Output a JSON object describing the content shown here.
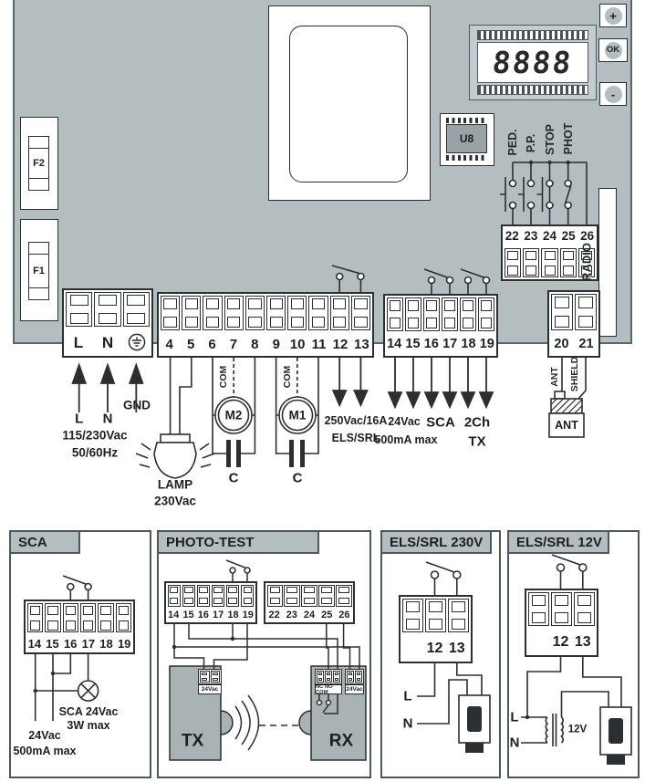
{
  "colors": {
    "board": "#b4bec0",
    "line": "#2b2f31",
    "module_gray": "#a9b3b5",
    "box_border": "#4c585c"
  },
  "board": {
    "display_value": "8888",
    "btn_plus": "+",
    "btn_ok": "OK",
    "btn_minus": "-",
    "fuse_top": "F2",
    "fuse_bottom": "F1",
    "chip": "U8",
    "radio": "RADIO",
    "input_labels": [
      "PED.",
      "P.P.",
      "STOP",
      "PHOT"
    ],
    "t2226": [
      "22",
      "23",
      "24",
      "25",
      "26"
    ],
    "power": {
      "l": "L",
      "n": "N"
    },
    "t413": [
      "4",
      "5",
      "6",
      "7",
      "8",
      "9",
      "10",
      "11",
      "12",
      "13"
    ],
    "t1419": [
      "14",
      "15",
      "16",
      "17",
      "18",
      "19"
    ],
    "t2021": [
      "20",
      "21"
    ],
    "com": "COM",
    "m2": "M2",
    "m1": "M1",
    "cap": "C",
    "below": {
      "l": "L",
      "n": "N",
      "gnd": "GND",
      "mains": "115/230Vac",
      "freq": "50/60Hz",
      "lamp": "LAMP",
      "lamp_v": "230Vac",
      "els_rating": "250Vac/16A",
      "els": "ELS/SRL",
      "aux_v": "24Vac",
      "aux_i": "500mA max",
      "sca": "SCA",
      "ch": "2Ch",
      "tx": "TX",
      "ant_wire": "ANT",
      "shield_wire": "SHIELD",
      "ant": "ANT"
    }
  },
  "sca_box": {
    "title": "SCA",
    "terminals": [
      "14",
      "15",
      "16",
      "17",
      "18",
      "19"
    ],
    "lamp1": "SCA 24Vac",
    "lamp2": "3W max",
    "sup1": "24Vac",
    "sup2": "500mA max"
  },
  "photo_box": {
    "title": "PHOTO-TEST",
    "ta": [
      "14",
      "15",
      "16",
      "17",
      "18",
      "19"
    ],
    "tb": [
      "22",
      "23",
      "24",
      "25",
      "26"
    ],
    "tx": "TX",
    "rx": "RX",
    "tx_conn": "24Vac",
    "rx_relay": "NC NO COM",
    "rx_power": "24Vac"
  },
  "els230_box": {
    "title": "ELS/SRL 230V",
    "t12": "12",
    "t13": "13",
    "l": "L",
    "n": "N"
  },
  "els12_box": {
    "title": "ELS/SRL 12V",
    "t12": "12",
    "t13": "13",
    "l": "L",
    "n": "N",
    "sec": "12V"
  }
}
